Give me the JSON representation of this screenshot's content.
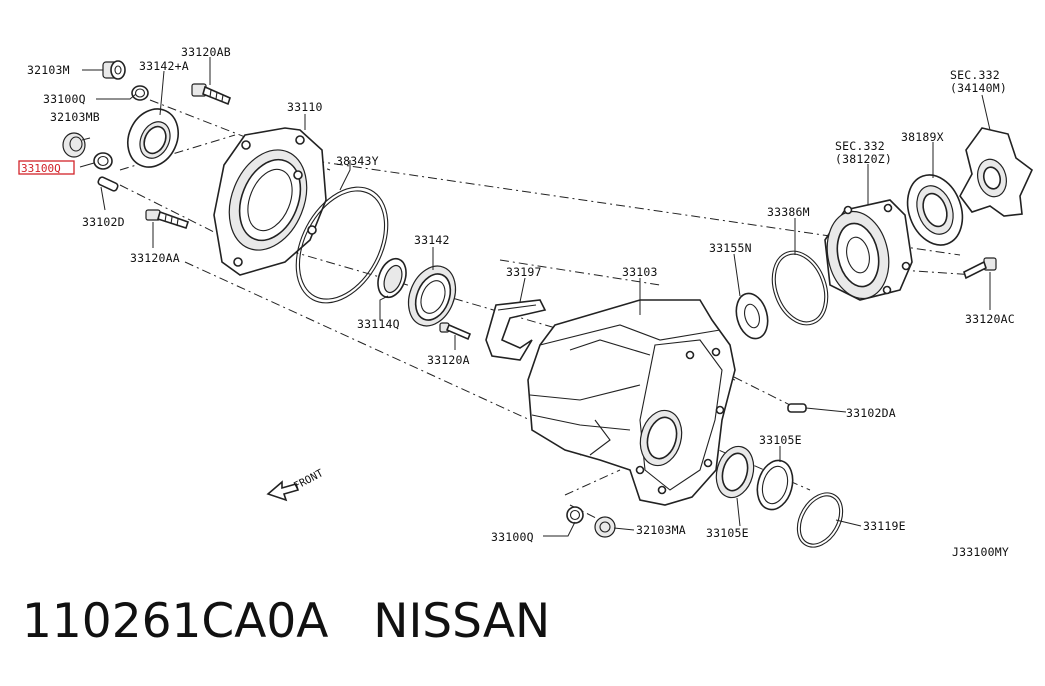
{
  "labels": {
    "p32103M": "32103M",
    "p33100Q_top": "33100Q",
    "p32103MB": "32103MB",
    "p33100Q_highlight": "33100Q",
    "p33102D": "33102D",
    "p33120AA": "33120AA",
    "p33120AB": "33120AB",
    "p33142A": "33142+A",
    "p33110": "33110",
    "p38343Y": "38343Y",
    "p33142": "33142",
    "p33114Q": "33114Q",
    "p33120A": "33120A",
    "p33197": "33197",
    "p33103": "33103",
    "p33155N": "33155N",
    "p33386M": "33386M",
    "sec332_38120Z_a": "SEC.332",
    "sec332_38120Z_b": "(38120Z)",
    "p38189X": "38189X",
    "sec332_34140M_a": "SEC.332",
    "sec332_34140M_b": "(34140M)",
    "p33120AC": "33120AC",
    "p33102DA": "33102DA",
    "p33105E_top": "33105E",
    "p33105E_bottom": "33105E",
    "p33119E": "33119E",
    "p33100Q_bottom": "33100Q",
    "p32103MA": "32103MA",
    "front": "FRONT",
    "diagram_code": "J33100MY"
  },
  "footer": {
    "part_number": "110261CA0A",
    "brand": "NISSAN"
  },
  "colors": {
    "highlight": "#d2232a",
    "line": "#222222"
  }
}
